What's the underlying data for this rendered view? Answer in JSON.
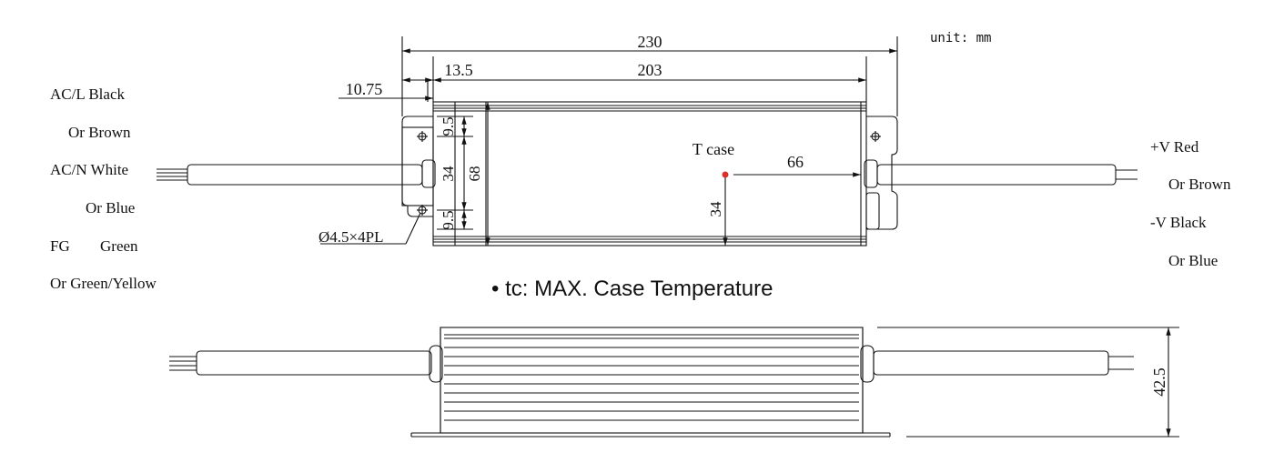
{
  "unit_label": "unit: mm",
  "note": "• tc: MAX. Case Temperature",
  "dimensions": {
    "overall_length": "230",
    "offset_a": "13.5",
    "body_length": "203",
    "offset_b": "10.75",
    "mount_offset_top": "9.5",
    "mount_spacing": "34",
    "mount_offset_bottom": "9.5",
    "body_width": "68",
    "tcase_y": "34",
    "tcase_x": "66",
    "height": "42.5"
  },
  "tcase_label": "T case",
  "hole_label": "Ø4.5×4PL",
  "input_wires": [
    {
      "text": "AC/L Black"
    },
    {
      "text": "Or Brown"
    },
    {
      "text": "AC/N White"
    },
    {
      "text": "Or Blue"
    },
    {
      "text": "FG"
    },
    {
      "text": "Green"
    },
    {
      "text": "Or Green/Yellow"
    }
  ],
  "output_wires": [
    {
      "text": "+V Red"
    },
    {
      "text": "Or Brown"
    },
    {
      "text": "-V Black"
    },
    {
      "text": "Or Blue"
    }
  ],
  "colors": {
    "line": "#111111",
    "tcase_dot": "#d9302c"
  }
}
